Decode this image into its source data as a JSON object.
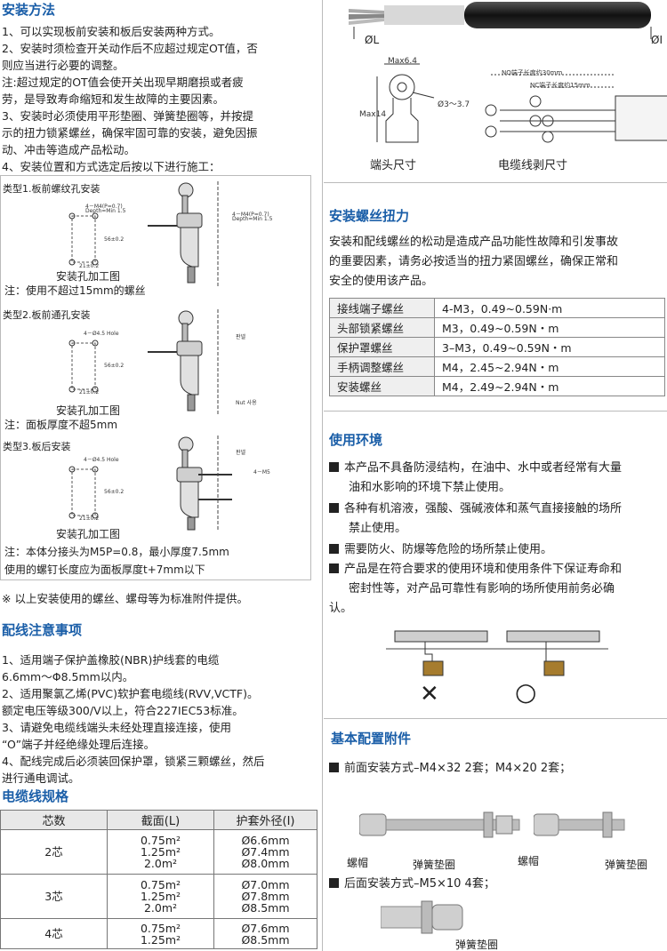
{
  "left": {
    "install": {
      "title": "安装方法",
      "p1": "1、可以实现板前安装和板后安装两种方式。",
      "p2a": "2、安装时须检查开关动作后不应超过规定OT值，否",
      "p2b": "则应当进行必要的调整。",
      "note1a": "注:超过规定的OT值会使开关出现早期磨损或者疲",
      "note1b": "劳，是导致寿命缩短和发生故障的主要因素。",
      "p3a": "3、安装时必须使用平形垫圈、弹簧垫圈等，并按提",
      "p3b": "示的扭力锁紧螺丝，确保牢固可靠的安装，避免因振",
      "p3c": "动、冲击等造成产品松动。",
      "p4": "4、安装位置和方式选定后按以下进行施工："
    },
    "types": {
      "t1": "类型1.板前螺纹孔安装",
      "t1_hole": "4－M4(P=0.7)",
      "t1_depth": "Depth=Min 1.5",
      "t1_caption": "安装孔加工图",
      "t1_note": "注：使用不超过15mm的螺丝",
      "t2": "类型2.板前通孔安装",
      "t2_hole": "4－Ø4.5 Hole",
      "t2_caption": "安装孔加工图",
      "t2_note": "注：面板厚度不超5mm",
      "t3": "类型3.板后安装",
      "t3_hole": "4－Ø4.5 Hole",
      "t3_caption": "安装孔加工图",
      "t3_note1": "注：本体分接头为M5P=0.8，最小厚度7.5mm",
      "t3_note2": "使用的螺钉长度应为面板厚度t+7mm以下",
      "dim_56": "56±0.2",
      "dim_21": "21±0.2",
      "lbl_m5": "4－M5",
      "lbl_nut": "Nut 사용",
      "lbl_plate": "판넬"
    },
    "std_note": "※ 以上安装使用的螺丝、螺母等为标准附件提供。",
    "wiring": {
      "title": "配线注意事项",
      "p1a": "1、适用端子保护盖橡胶(NBR)护线套的电缆",
      "p1b": "6.6mm～Φ8.5mm以内。",
      "p2a": "2、适用聚氯乙烯(PVC)软护套电缆线(RVV,VCTF)。",
      "p2b": "额定电压等级300/V以上，符合227IEC53标准。",
      "p3a": "3、请避免电缆线端头未经处理直接连接，使用",
      "p3b": "“O”端子并经绝缘处理后连接。",
      "p4a": "4、配线完成后必须装回保护罩，锁紧三颗螺丝，然后",
      "p4b": "进行通电调试。"
    },
    "cable": {
      "title": "电缆线规格",
      "headers": [
        "芯数",
        "截面(L)",
        "护套外径(I)"
      ],
      "rows": [
        {
          "core": "2芯",
          "sections": [
            "0.75m²",
            "1.25m²",
            "2.0m²"
          ],
          "diameters": [
            "Ø6.6mm",
            "Ø7.4mm",
            "Ø8.0mm"
          ]
        },
        {
          "core": "3芯",
          "sections": [
            "0.75m²",
            "1.25m²",
            "2.0m²"
          ],
          "diameters": [
            "Ø7.0mm",
            "Ø7.8mm",
            "Ø8.5mm"
          ]
        },
        {
          "core": "4芯",
          "sections": [
            "0.75m²",
            "1.25m²"
          ],
          "diameters": [
            "Ø7.6mm",
            "Ø8.5mm"
          ]
        }
      ]
    }
  },
  "right": {
    "cable_img": {
      "left_label": "ØL",
      "right_label": "ØI"
    },
    "terminal": {
      "max64": "Max6.4",
      "max14": "Max14",
      "hole": "Ø3～3.7",
      "no_len": "NO端子长度约30mm",
      "nc_len": "NC端子长度约15mm",
      "cap_terminal": "端头尺寸",
      "cap_strip": "电缆线剥尺寸"
    },
    "torque": {
      "title": "安装螺丝扭力",
      "pa": "安装和配线螺丝的松动是造成产品功能性故障和引发事故",
      "pb": "的重要因素，请务必按适当的扭力紧固螺丝，确保正常和",
      "pc": "安全的使用该产品。",
      "rows": [
        [
          "接线端子螺丝",
          "4-M3，0.49~0.59N·m"
        ],
        [
          "头部锁紧螺丝",
          "M3，0.49~0.59N・m"
        ],
        [
          "保护罩螺丝",
          "3–M3，0.49~0.59N・m"
        ],
        [
          "手柄调整螺丝",
          "M4，2.45~2.94N・m"
        ],
        [
          "安装螺丝",
          "M4，2.49~2.94N・m"
        ]
      ]
    },
    "env": {
      "title": "使用环境",
      "b1a": "本产品不具备防浸结构，在油中、水中或者经常有大量",
      "b1b": "油和水影响的环境下禁止使用。",
      "b2a": "各种有机溶液，强酸、强碱液体和蒸气直接接触的场所",
      "b2b": "禁止使用。",
      "b3": "需要防火、防爆等危险的场所禁止使用。",
      "b4a": "产品是在符合要求的使用环境和使用条件下保证寿命和",
      "b4b": "密封性等，对产品可靠性有影响的场所使用前务必确",
      "b4c": "认。",
      "mark_x": "✕",
      "mark_o": "○"
    },
    "acc": {
      "title": "基本配置附件",
      "front": "前面安装方式–M4×32 2套；M4×20 2套；",
      "back": "后面安装方式–M5×10 4套；",
      "lbl_cap1": "螺帽",
      "lbl_washer1": "弹簧垫圈",
      "lbl_cap2": "螺帽",
      "lbl_washer2": "弹簧垫圈",
      "lbl_washer3": "弹簧垫圈"
    }
  }
}
